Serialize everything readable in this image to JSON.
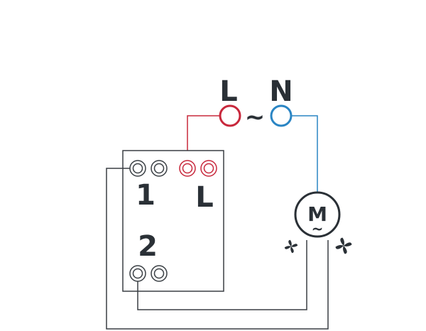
{
  "supply": {
    "live_label": "L",
    "neutral_label": "N",
    "ac_symbol": "~"
  },
  "switch": {
    "terminal_1_label": "1",
    "terminal_live_label": "L",
    "terminal_2_label": "2"
  },
  "motor": {
    "symbol": "M",
    "wave_symbol": "~"
  },
  "colors": {
    "live": "#c8283c",
    "neutral": "#2a85c4",
    "wire": "#3a3f44",
    "text": "#2a3036"
  },
  "icons": {
    "fan_left": "fan-icon",
    "fan_right": "fan-icon"
  }
}
